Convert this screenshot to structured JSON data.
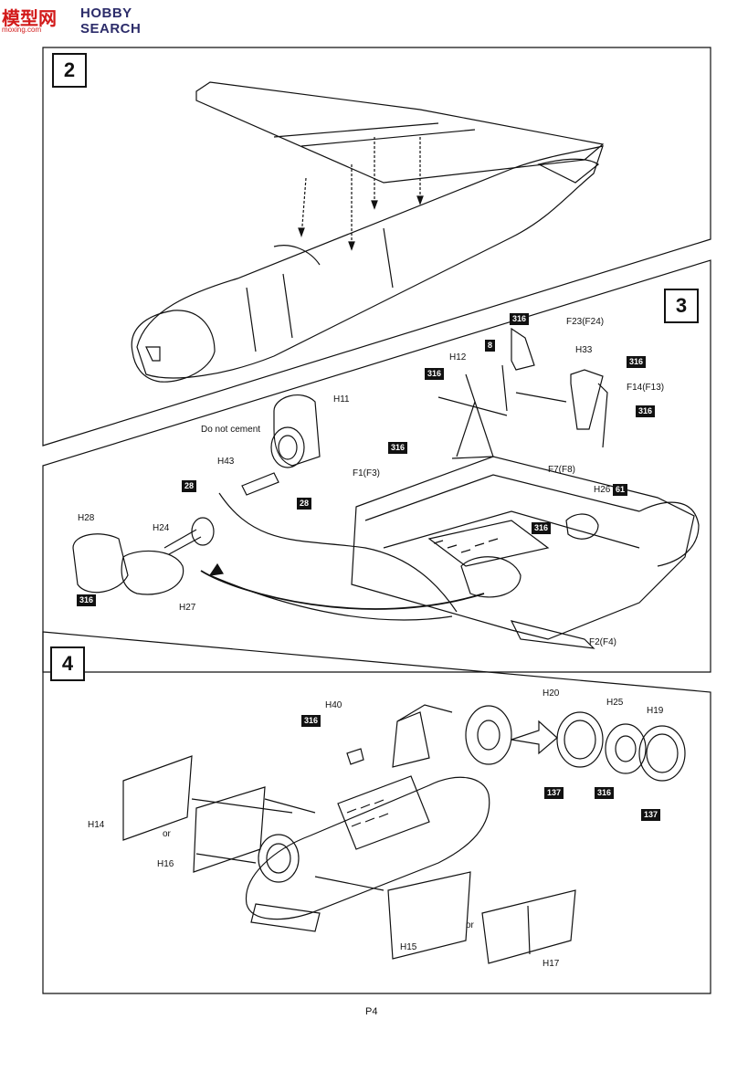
{
  "watermark": {
    "logo": "模型网",
    "text": "HOBBY SEARCH",
    "site": "moxing.com"
  },
  "steps": [
    "2",
    "3",
    "4"
  ],
  "page_number": "P4",
  "step3": {
    "labels": [
      "F23(F24)",
      "H33",
      "F14(F13)",
      "H12",
      "H11",
      "Do not cement",
      "H43",
      "F1(F3)",
      "F7(F8)",
      "H26",
      "H28",
      "H24",
      "H27",
      "F2(F4)"
    ],
    "glue_codes": [
      "316",
      "8",
      "316",
      "316",
      "316",
      "28",
      "316",
      "316",
      "61",
      "28",
      "316"
    ]
  },
  "step4": {
    "labels": [
      "H40",
      "H20",
      "H25",
      "H19",
      "H14",
      "or",
      "H16",
      "H15",
      "or",
      "H17"
    ],
    "glue_codes": [
      "316",
      "137",
      "316",
      "137"
    ]
  }
}
